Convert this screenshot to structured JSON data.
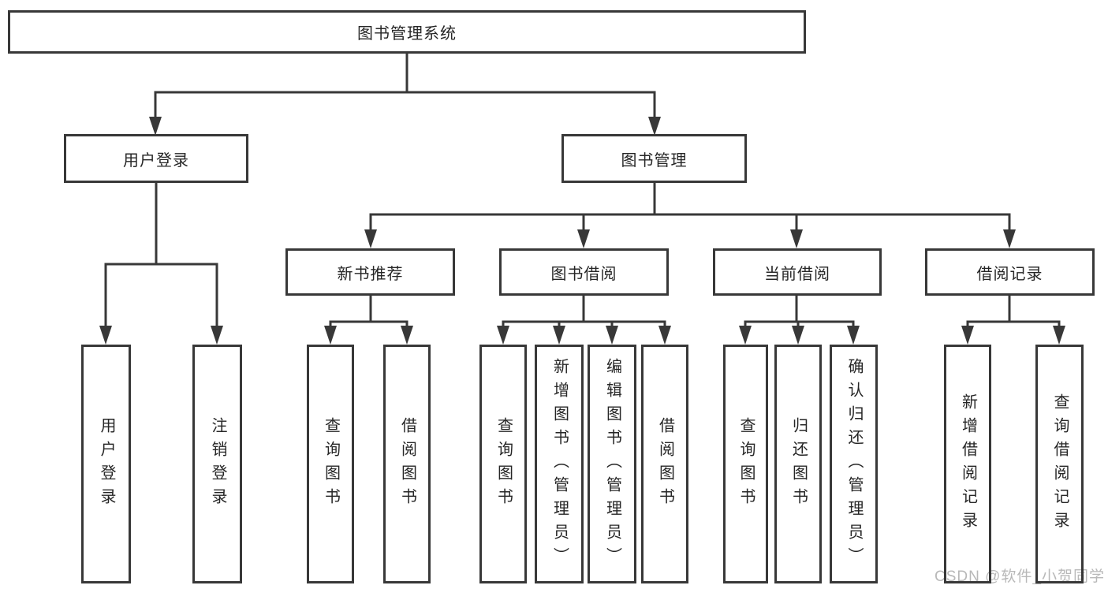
{
  "diagram": {
    "root": {
      "label": "图书管理系统"
    },
    "branches": [
      {
        "label": "用户登录",
        "children": [
          {
            "label": "用户登录"
          },
          {
            "label": "注销登录"
          }
        ]
      },
      {
        "label": "图书管理",
        "children": [
          {
            "label": "新书推荐",
            "children": [
              {
                "label": "查询图书"
              },
              {
                "label": "借阅图书"
              }
            ]
          },
          {
            "label": "图书借阅",
            "children": [
              {
                "label": "查询图书"
              },
              {
                "label": "新增图书（管理员）"
              },
              {
                "label": "编辑图书（管理员）"
              },
              {
                "label": "借阅图书"
              }
            ]
          },
          {
            "label": "当前借阅",
            "children": [
              {
                "label": "查询图书"
              },
              {
                "label": "归还图书"
              },
              {
                "label": "确认归还（管理员）"
              }
            ]
          },
          {
            "label": "借阅记录",
            "children": [
              {
                "label": "新增借阅记录"
              },
              {
                "label": "查询借阅记录"
              }
            ]
          }
        ]
      }
    ]
  },
  "watermark": {
    "text": "CSDN @软件_小贺同学"
  },
  "colors": {
    "line": "#383838",
    "text": "#262626",
    "watermark": "#b8b8b8",
    "background": "#ffffff"
  }
}
